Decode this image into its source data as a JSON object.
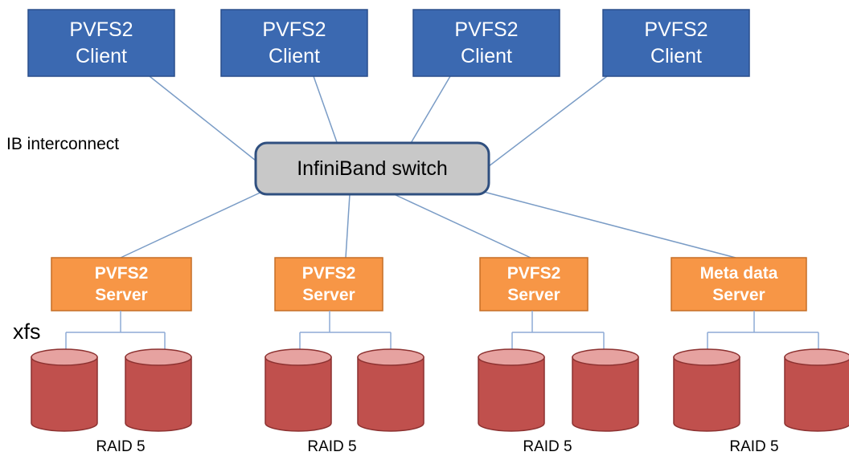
{
  "colors": {
    "client_fill": "#3b69b1",
    "client_stroke": "#2a4f8c",
    "server_fill": "#f79646",
    "server_stroke": "#c66f27",
    "switch_fill": "#c8c8c8",
    "switch_stroke": "#2f4f7f",
    "disk_fill": "#c0504d",
    "disk_top": "#e6a2a0",
    "disk_stroke": "#8c3130",
    "link": "#7a9cc6",
    "tree_line": "#8eaad6"
  },
  "clients": [
    {
      "label": "PVFS2\nClient"
    },
    {
      "label": "PVFS2\nClient"
    },
    {
      "label": "PVFS2\nClient"
    },
    {
      "label": "PVFS2\nClient"
    }
  ],
  "switch": {
    "label": "InfiniBand switch"
  },
  "interconnect_label": "IB interconnect",
  "fs_label": "xfs",
  "servers": [
    {
      "label": "PVFS2\nServer",
      "raid_label": "RAID 5"
    },
    {
      "label": "PVFS2\nServer",
      "raid_label": "RAID 5"
    },
    {
      "label": "PVFS2\nServer",
      "raid_label": "RAID 5"
    },
    {
      "label": "Meta data\nServer",
      "raid_label": "RAID 5"
    }
  ]
}
